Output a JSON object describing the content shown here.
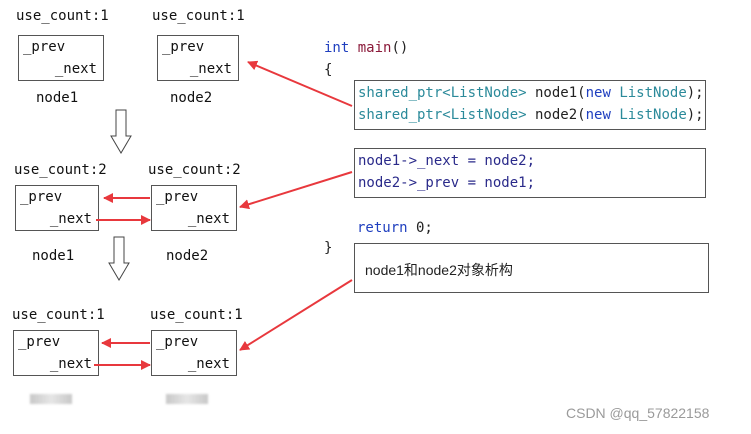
{
  "stage1": {
    "left": {
      "use_count": "use_count:1",
      "prev": "_prev",
      "next": "_next",
      "label": "node1"
    },
    "right": {
      "use_count": "use_count:1",
      "prev": "_prev",
      "next": "_next",
      "label": "node2"
    }
  },
  "stage2": {
    "left": {
      "use_count": "use_count:2",
      "prev": "_prev",
      "next": "_next",
      "label": "node1"
    },
    "right": {
      "use_count": "use_count:2",
      "prev": "_prev",
      "next": "_next",
      "label": "node2"
    }
  },
  "stage3": {
    "left": {
      "use_count": "use_count:1",
      "prev": "_prev",
      "next": "_next"
    },
    "right": {
      "use_count": "use_count:1",
      "prev": "_prev",
      "next": "_next"
    }
  },
  "code": {
    "main_kw": "int",
    "main_name": "main",
    "main_parens": "()",
    "open_brace": "{",
    "line1": {
      "type": "shared_ptr<ListNode>",
      "var": " node1(",
      "new_kw": "new",
      "new_type": " ListNode",
      "end": ");"
    },
    "line2": {
      "type": "shared_ptr<ListNode>",
      "var": " node2(",
      "new_kw": "new",
      "new_type": " ListNode",
      "end": ");"
    },
    "line3": "node1->_next = node2;",
    "line4": "node2->_prev = node1;",
    "return_kw": "return",
    "return_val": " 0;",
    "close_brace": "}",
    "destruct_note": "node1和node2对象析构"
  },
  "colors": {
    "arrow": "#e8383d",
    "keyword": "#1f3fbf",
    "type": "#2b8a9a",
    "function": "#8b1a3a"
  },
  "watermark": "CSDN @qq_57822158"
}
